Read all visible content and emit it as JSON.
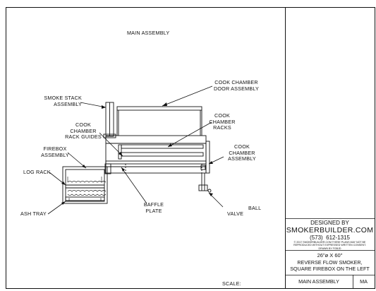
{
  "drawing": {
    "title": "MAIN ASSEMBLY",
    "scale_label": "SCALE:"
  },
  "callouts": {
    "smoke_stack": "SMOKE STACK\nASSEMBLY",
    "cook_chamber_door": "COOK CHAMBER\nDOOR ASSEMBLY",
    "cook_chamber_racks": "COOK\nCHAMBER\nRACKS",
    "rack_guides": "COOK\nCHAMBER\nRACK GUIDES",
    "firebox": "FIREBOX\nASSEMBLY",
    "cook_chamber": "COOK\nCHAMBER\nASSEMBLY",
    "log_rack": "LOG RACK",
    "ash_tray": "ASH TRAY",
    "baffle_plate": "BAFFLE\nPLATE",
    "valve": "VALVE",
    "ball": "BALL"
  },
  "title_block": {
    "designed_by": "DESIGNED BY",
    "company": "SMOKERBUILDER.COM",
    "phone": "(573)  612-1315",
    "copyright": "© 2017 SMOKERBUILDER.COM THESE PLANS MAY NOT BE\nREPRODUCED WITHOUT EXPRESSED WRITTEN CONSENT.\nDRAWN BY FGBJD",
    "model": "26\"ø X 60\"",
    "description": "REVERSE FLOW SMOKER,\nSQUARE FIREBOX ON THE LEFT",
    "sheet_name": "MAIN ASSEMBLY",
    "sheet_code": "MA"
  }
}
